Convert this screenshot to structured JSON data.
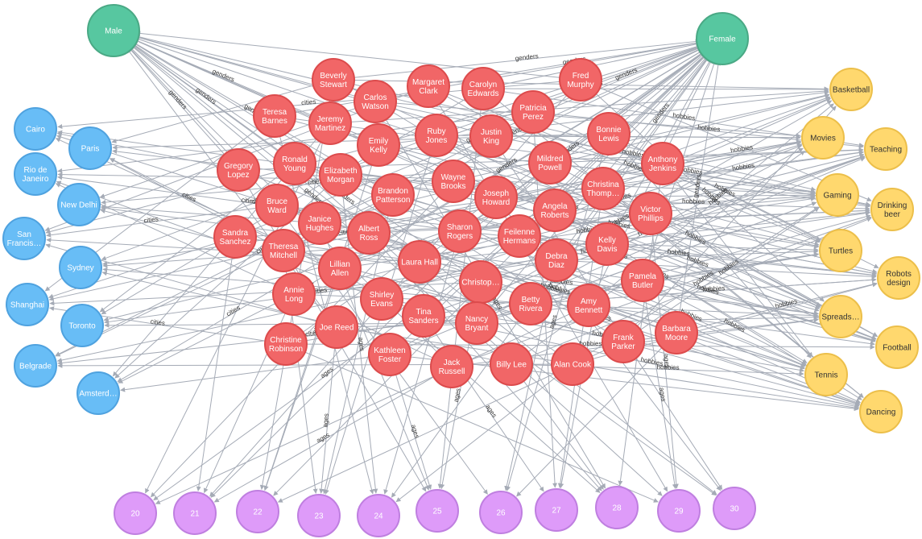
{
  "colors": {
    "gender": {
      "fill": "#57c7a0",
      "stroke": "#4aa985"
    },
    "person": {
      "fill": "#f16667",
      "stroke": "#dc4b4c"
    },
    "city": {
      "fill": "#68bdf6",
      "stroke": "#4fa2df"
    },
    "hobby": {
      "fill": "#ffd86e",
      "stroke": "#ecbf4a"
    },
    "age": {
      "fill": "#de9bf9",
      "stroke": "#bf7fe0"
    },
    "edge": "#a5abb6"
  },
  "relationship_labels": {
    "genders": "genders",
    "cities": "cities",
    "hobbies": "hobbies",
    "ages": "ages"
  },
  "nodes": {
    "genders": [
      {
        "id": "male",
        "label": "Male"
      },
      {
        "id": "female",
        "label": "Female"
      }
    ],
    "cities": [
      {
        "id": "cairo",
        "label": "Cairo"
      },
      {
        "id": "paris",
        "label": "Paris"
      },
      {
        "id": "rio",
        "label": "Rio de Janeiro",
        "lines": [
          "Rio de",
          "Janeiro"
        ]
      },
      {
        "id": "newdelhi",
        "label": "New Delhi"
      },
      {
        "id": "sanfrancisco",
        "label": "San Francis…",
        "lines": [
          "San",
          "Francis…"
        ]
      },
      {
        "id": "sydney",
        "label": "Sydney"
      },
      {
        "id": "shanghai",
        "label": "Shanghai"
      },
      {
        "id": "toronto",
        "label": "Toronto"
      },
      {
        "id": "belgrade",
        "label": "Belgrade"
      },
      {
        "id": "amsterdam",
        "label": "Amsterd…"
      }
    ],
    "hobbies": [
      {
        "id": "basketball",
        "label": "Basketball"
      },
      {
        "id": "movies",
        "label": "Movies"
      },
      {
        "id": "teaching",
        "label": "Teaching"
      },
      {
        "id": "gaming",
        "label": "Gaming"
      },
      {
        "id": "drinkingbeer",
        "label": "Drinking beer",
        "lines": [
          "Drinking",
          "beer"
        ]
      },
      {
        "id": "turtles",
        "label": "Turtles"
      },
      {
        "id": "robots",
        "label": "Robots design",
        "lines": [
          "Robots",
          "design"
        ]
      },
      {
        "id": "spreads",
        "label": "Spreads…"
      },
      {
        "id": "football",
        "label": "Football"
      },
      {
        "id": "tennis",
        "label": "Tennis"
      },
      {
        "id": "dancing",
        "label": "Dancing"
      }
    ],
    "ages": [
      {
        "id": "a20",
        "label": "20"
      },
      {
        "id": "a21",
        "label": "21"
      },
      {
        "id": "a22",
        "label": "22"
      },
      {
        "id": "a23",
        "label": "23"
      },
      {
        "id": "a24",
        "label": "24"
      },
      {
        "id": "a25",
        "label": "25"
      },
      {
        "id": "a26",
        "label": "26"
      },
      {
        "id": "a27",
        "label": "27"
      },
      {
        "id": "a28",
        "label": "28"
      },
      {
        "id": "a29",
        "label": "29"
      },
      {
        "id": "a30",
        "label": "30"
      }
    ],
    "people": [
      {
        "id": "p1",
        "label": "Beverly Stewart",
        "lines": [
          "Beverly",
          "Stewart"
        ]
      },
      {
        "id": "p2",
        "label": "Margaret Clark",
        "lines": [
          "Margaret",
          "Clark"
        ]
      },
      {
        "id": "p3",
        "label": "Carolyn Edwards",
        "lines": [
          "Carolyn",
          "Edwards"
        ]
      },
      {
        "id": "p4",
        "label": "Fred Murphy",
        "lines": [
          "Fred",
          "Murphy"
        ]
      },
      {
        "id": "p5",
        "label": "Carlos Watson",
        "lines": [
          "Carlos",
          "Watson"
        ]
      },
      {
        "id": "p6",
        "label": "Teresa Barnes",
        "lines": [
          "Teresa",
          "Barnes"
        ]
      },
      {
        "id": "p7",
        "label": "Jeremy Martinez",
        "lines": [
          "Jeremy",
          "Martinez"
        ]
      },
      {
        "id": "p8",
        "label": "Patricia Perez",
        "lines": [
          "Patricia",
          "Perez"
        ]
      },
      {
        "id": "p9",
        "label": "Ruby Jones",
        "lines": [
          "Ruby",
          "Jones"
        ]
      },
      {
        "id": "p10",
        "label": "Justin King",
        "lines": [
          "Justin",
          "King"
        ]
      },
      {
        "id": "p11",
        "label": "Bonnie Lewis",
        "lines": [
          "Bonnie",
          "Lewis"
        ]
      },
      {
        "id": "p12",
        "label": "Emily Kelly",
        "lines": [
          "Emily",
          "Kelly"
        ]
      },
      {
        "id": "p13",
        "label": "Ronald Young",
        "lines": [
          "Ronald",
          "Young"
        ]
      },
      {
        "id": "p14",
        "label": "Gregory Lopez",
        "lines": [
          "Gregory",
          "Lopez"
        ]
      },
      {
        "id": "p15",
        "label": "Mildred Powell",
        "lines": [
          "Mildred",
          "Powell"
        ]
      },
      {
        "id": "p16",
        "label": "Anthony Jenkins",
        "lines": [
          "Anthony",
          "Jenkins"
        ]
      },
      {
        "id": "p17",
        "label": "Elizabeth Morgan",
        "lines": [
          "Elizabeth",
          "Morgan"
        ]
      },
      {
        "id": "p18",
        "label": "Wayne Brooks",
        "lines": [
          "Wayne",
          "Brooks"
        ]
      },
      {
        "id": "p19",
        "label": "Christina Thomp…",
        "lines": [
          "Christina",
          "Thomp…"
        ]
      },
      {
        "id": "p20",
        "label": "Brandon Patterson",
        "lines": [
          "Brandon",
          "Patterson"
        ]
      },
      {
        "id": "p21",
        "label": "Joseph Howard",
        "lines": [
          "Joseph",
          "Howard"
        ]
      },
      {
        "id": "p22",
        "label": "Bruce Ward",
        "lines": [
          "Bruce",
          "Ward"
        ]
      },
      {
        "id": "p23",
        "label": "Angela Roberts",
        "lines": [
          "Angela",
          "Roberts"
        ]
      },
      {
        "id": "p24",
        "label": "Victor Phillips",
        "lines": [
          "Victor",
          "Phillips"
        ]
      },
      {
        "id": "p25",
        "label": "Janice Hughes",
        "lines": [
          "Janice",
          "Hughes"
        ]
      },
      {
        "id": "p26",
        "label": "Sandra Sanchez",
        "lines": [
          "Sandra",
          "Sanchez"
        ]
      },
      {
        "id": "p27",
        "label": "Albert Ross",
        "lines": [
          "Albert",
          "Ross"
        ]
      },
      {
        "id": "p28",
        "label": "Sharon Rogers",
        "lines": [
          "Sharon",
          "Rogers"
        ]
      },
      {
        "id": "p29",
        "label": "Feilenne Hermans",
        "lines": [
          "Feilenne",
          "Hermans"
        ]
      },
      {
        "id": "p30",
        "label": "Kelly Davis",
        "lines": [
          "Kelly",
          "Davis"
        ]
      },
      {
        "id": "p31",
        "label": "Theresa Mitchell",
        "lines": [
          "Theresa",
          "Mitchell"
        ]
      },
      {
        "id": "p32",
        "label": "Laura Hall",
        "lines": [
          "Laura Hall"
        ]
      },
      {
        "id": "p33",
        "label": "Debra Diaz",
        "lines": [
          "Debra",
          "Diaz"
        ]
      },
      {
        "id": "p34",
        "label": "Lillian Allen",
        "lines": [
          "Lillian",
          "Allen"
        ]
      },
      {
        "id": "p35",
        "label": "Pamela Butler",
        "lines": [
          "Pamela",
          "Butler"
        ]
      },
      {
        "id": "p36",
        "label": "Christop…",
        "lines": [
          "Christop…"
        ]
      },
      {
        "id": "p37",
        "label": "Annie Long",
        "lines": [
          "Annie",
          "Long"
        ]
      },
      {
        "id": "p38",
        "label": "Shirley Evans",
        "lines": [
          "Shirley",
          "Evans"
        ]
      },
      {
        "id": "p39",
        "label": "Betty Rivera",
        "lines": [
          "Betty",
          "Rivera"
        ]
      },
      {
        "id": "p40",
        "label": "Amy Bennett",
        "lines": [
          "Amy",
          "Bennett"
        ]
      },
      {
        "id": "p41",
        "label": "Tina Sanders",
        "lines": [
          "Tina",
          "Sanders"
        ]
      },
      {
        "id": "p42",
        "label": "Joe Reed",
        "lines": [
          "Joe Reed"
        ]
      },
      {
        "id": "p43",
        "label": "Nancy Bryant",
        "lines": [
          "Nancy",
          "Bryant"
        ]
      },
      {
        "id": "p44",
        "label": "Barbara Moore",
        "lines": [
          "Barbara",
          "Moore"
        ]
      },
      {
        "id": "p45",
        "label": "Frank Parker",
        "lines": [
          "Frank",
          "Parker"
        ]
      },
      {
        "id": "p46",
        "label": "Christine Robinson",
        "lines": [
          "Christine",
          "Robinson"
        ]
      },
      {
        "id": "p47",
        "label": "Kathleen Foster",
        "lines": [
          "Kathleen",
          "Foster"
        ]
      },
      {
        "id": "p48",
        "label": "Jack Russell",
        "lines": [
          "Jack",
          "Russell"
        ]
      },
      {
        "id": "p49",
        "label": "Billy Lee",
        "lines": [
          "Billy Lee"
        ]
      },
      {
        "id": "p50",
        "label": "Alan Cook",
        "lines": [
          "Alan Cook"
        ]
      }
    ]
  }
}
